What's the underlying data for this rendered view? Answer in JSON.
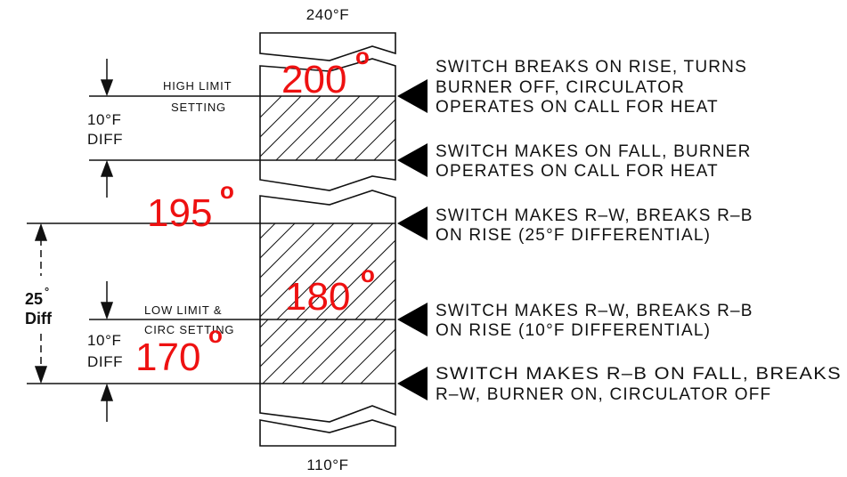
{
  "temperatures": {
    "top": "240°F",
    "bottom": "110°F"
  },
  "red_labels": {
    "t200": "200",
    "t195": "195",
    "t180": "180",
    "t170": "170",
    "degree": "o",
    "degree_alt": "°",
    "color": "#ee1111"
  },
  "left_labels": {
    "high_limit_line1": "HIGH  LIMIT",
    "high_limit_line2": "SETTING",
    "diff_top_line1": "10°F",
    "diff_top_line2": "DIFF",
    "diff25_line1": "25",
    "diff25_line2": "Diff",
    "low_limit_line1": "LOW  LIMIT  &",
    "low_limit_line2": "CIRC  SETTING",
    "diff_bottom_line1": "10°F",
    "diff_bottom_line2": "DIFF"
  },
  "descriptions": [
    {
      "line1": "SWITCH BREAKS ON RISE, TURNS",
      "line2": "BURNER OFF, CIRCULATOR",
      "line3": "OPERATES ON CALL FOR HEAT"
    },
    {
      "line1": "SWITCH MAKES ON FALL, BURNER",
      "line2": "OPERATES ON CALL FOR HEAT"
    },
    {
      "line1": "SWITCH MAKES R–W, BREAKS R–B",
      "line2": "ON RISE (25°F DIFFERENTIAL)"
    },
    {
      "line1": "SWITCH MAKES R–W, BREAKS R–B",
      "line2": "ON RISE (10°F DIFFERENTIAL)"
    },
    {
      "line1": "SWITCH MAKES R–B ON FALL, BREAKS",
      "line2": "R–W, BURNER ON, CIRCULATOR OFF"
    }
  ]
}
